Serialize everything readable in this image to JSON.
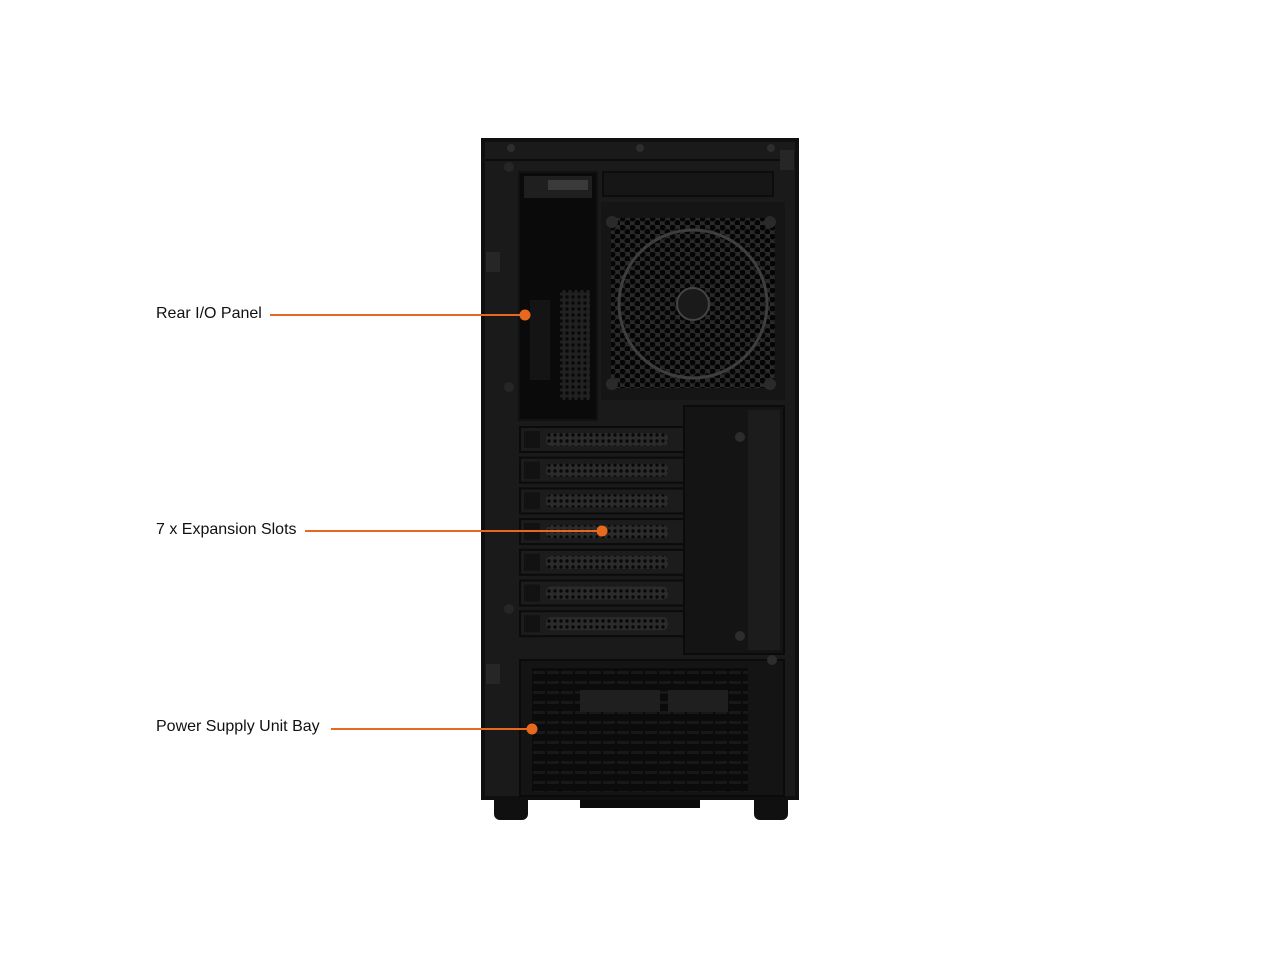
{
  "callouts": [
    {
      "id": "rear-io",
      "label": "Rear I/O Panel"
    },
    {
      "id": "expansion",
      "label": "7 x Expansion Slots"
    },
    {
      "id": "psu",
      "label": "Power Supply Unit Bay"
    }
  ],
  "colors": {
    "accent": "#e8681e",
    "case_body": "#1a1a1a",
    "case_edge": "#0d0d0d",
    "mesh_hole": "#050505",
    "background": "#ffffff",
    "label_text": "#111111"
  },
  "icons": {
    "case": "pc-case-rear-view",
    "fan": "exhaust-fan-icon",
    "psu_bay": "psu-bay-icon"
  },
  "expansion_slot_count": 7
}
